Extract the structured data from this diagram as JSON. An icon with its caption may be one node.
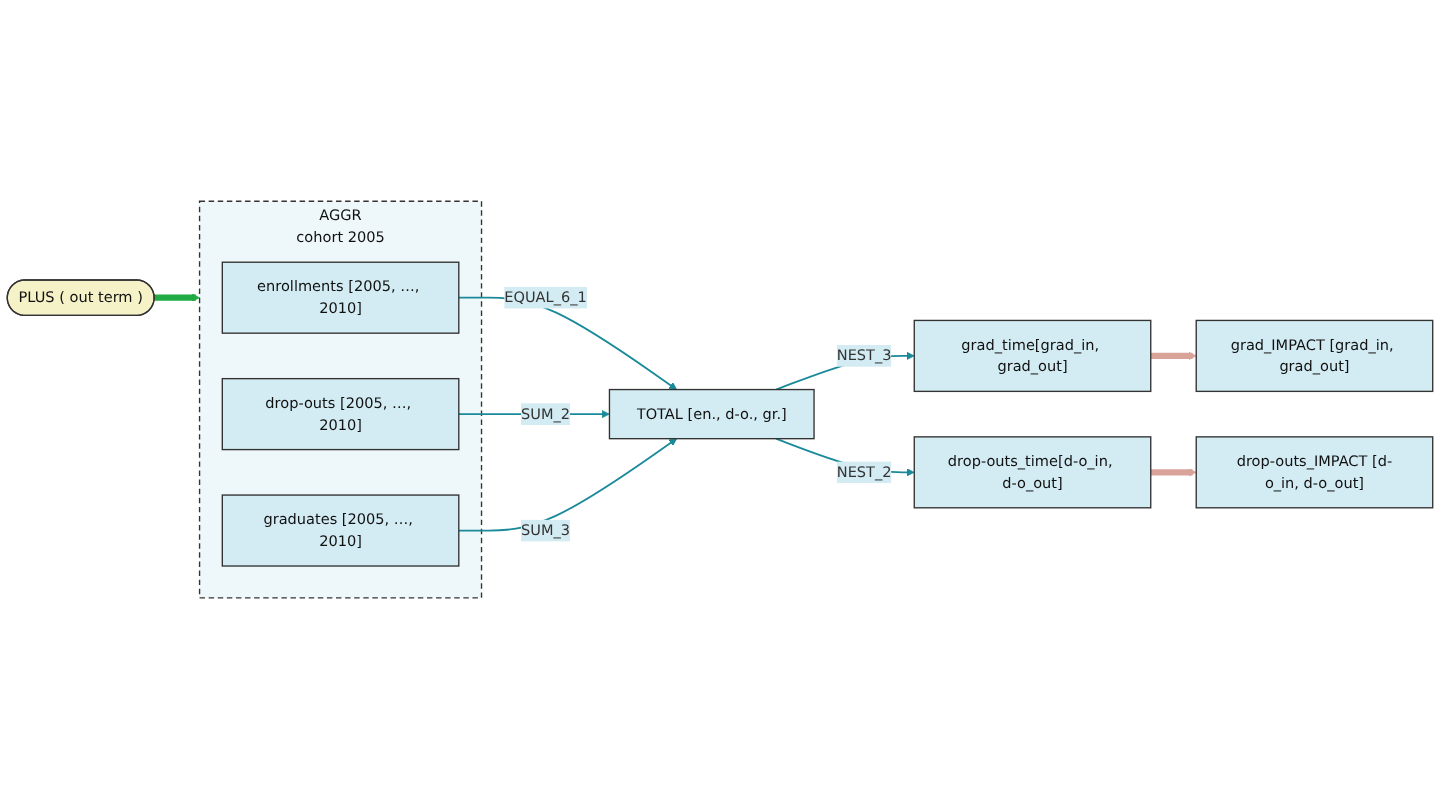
{
  "diagram": {
    "nodes": [
      {
        "text": [
          "PLUS ( out term )"
        ]
      },
      {
        "text": [
          "AGGR",
          "cohort 2005"
        ]
      },
      {
        "text": [
          "enrollments [2005, …, 2010]"
        ],
        "in": 1
      },
      {
        "text": [
          "drop-outs [2005, …, 2010]"
        ],
        "in": 1
      },
      {
        "text": [
          "graduates [2005, …, 2010]"
        ],
        "in": 1
      },
      {
        "text": [
          "TOTAL [en., d-o., gr.]"
        ]
      },
      {
        "text": [
          "grad_time[grad_in, grad_out]"
        ]
      },
      {
        "text": [
          "grad_IMPACT [grad_in, grad_out]"
        ]
      },
      {
        "text": [
          "drop-outs_time[d-o_in, d-o_out]"
        ]
      },
      {
        "text": [
          "drop-outs_IMPACT [d-o_in, d-o_out]"
        ]
      }
    ],
    "edges": [
      {
        "from": 0,
        "to": 1,
        "arrow": "to",
        "style": "thick",
        "color": "#22aa44"
      },
      {
        "from": 2,
        "to": 5,
        "arrow": "to",
        "label": "EQUAL_6_1"
      },
      {
        "from": 3,
        "to": 5,
        "arrow": "to",
        "label": "SUM_2"
      },
      {
        "from": 4,
        "to": 5,
        "arrow": "to",
        "label": "SUM_3"
      },
      {
        "from": 5,
        "to": 6,
        "arrow": "to",
        "label": "NEST_3"
      },
      {
        "from": 5,
        "to": 8,
        "arrow": "to",
        "label": "NEST_2"
      },
      {
        "from": 6,
        "to": 7,
        "arrow": "to",
        "style": "thick",
        "color": "#d9a39a"
      },
      {
        "from": 8,
        "to": 9,
        "arrow": "to",
        "style": "thick",
        "color": "#d9a39a"
      }
    ]
  }
}
